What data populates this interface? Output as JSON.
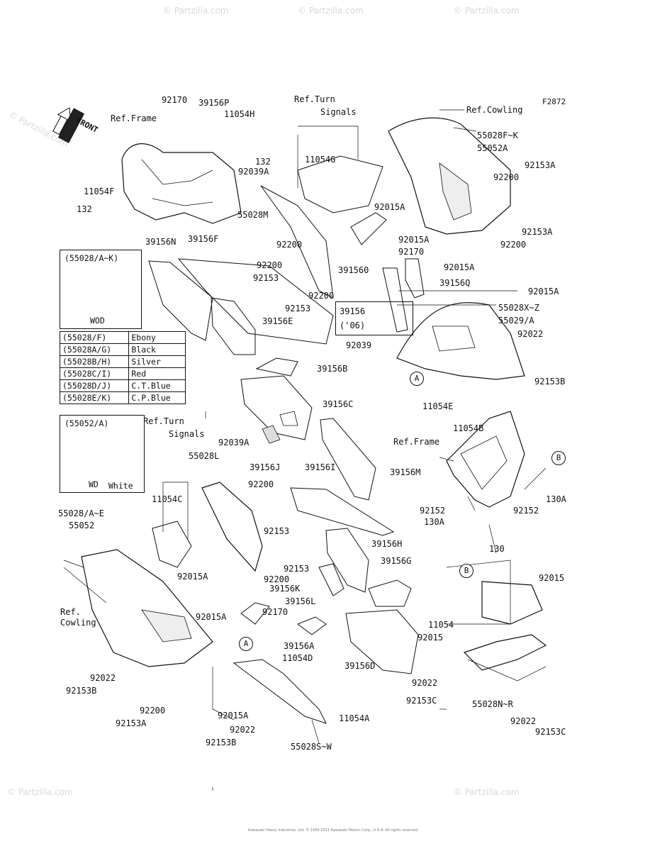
{
  "figure_code": "F2872",
  "watermark": "© Partzilla.com",
  "footer_copyright": "Kawasaki Heavy Industries, Ltd. © 1995-2011 Kawasaki Motors Corp., U.S.A. All rights reserved.",
  "front_arrow": "FRONT",
  "legend": [
    {
      "code": "(55028/F)",
      "color": "Ebony"
    },
    {
      "code": "(55028A/G)",
      "color": "Black"
    },
    {
      "code": "(55028B/H)",
      "color": "Silver"
    },
    {
      "code": "(55028C/I)",
      "color": "Red"
    },
    {
      "code": "(55028D/J)",
      "color": "C.T.Blue"
    },
    {
      "code": "(55028E/K)",
      "color": "C.P.Blue"
    }
  ],
  "insets": {
    "top": {
      "title": "(55028/A~K)",
      "caption": "WOD"
    },
    "bottom": {
      "title": "(55052/A)",
      "caption": "WD",
      "note": "White"
    }
  },
  "callouts": [
    "A",
    "A",
    "B",
    "B"
  ],
  "labels": {
    "ref_frame_top": "Ref.Frame",
    "ref_turn_top_1": "Ref.Turn",
    "ref_turn_top_2": "Signals",
    "ref_cowling_top": "Ref.Cowling",
    "ref_turn_mid_1": "Ref.Turn",
    "ref_turn_mid_2": "Signals",
    "ref_frame_mid": "Ref.Frame",
    "ref_cowling_bot_1": "Ref.",
    "ref_cowling_bot_2": "Cowling",
    "p92170a": "92170",
    "p39156p": "39156P",
    "p11054h": "11054H",
    "p132a": "132",
    "p92039a_a": "92039A",
    "p11054g": "11054G",
    "p55028fk": "55028F~K",
    "p55052a": "55052A",
    "p92153a_a": "92153A",
    "p92200a": "92200",
    "p11054f": "11054F",
    "p132b": "132",
    "p55028m": "55028M",
    "p92015a_a": "92015A",
    "p92015a_b": "92015A",
    "p92153a_b": "92153A",
    "p92200b": "92200",
    "p39156n": "39156N",
    "p39156f": "39156F",
    "p92200c": "92200",
    "p92170b": "92170",
    "p391560": "391560",
    "p92015a_c": "92015A",
    "p92153a": "92153",
    "p39156q": "39156Q",
    "p92200d": "92200",
    "p92015a_d": "92015A",
    "p92153b": "92153",
    "p39156_06a": "39156",
    "p39156_06b": "('06)",
    "p39156e": "39156E",
    "p55028xz": "55028X~Z",
    "p55029a": "55029/A",
    "p92022a": "92022",
    "p92039b": "92039",
    "p39156b": "39156B",
    "p92153b_a": "92153B",
    "p39156c": "39156C",
    "p11054e": "11054E",
    "p11054b": "11054B",
    "p92039a_b": "92039A",
    "p55028l": "55028L",
    "p39156j": "39156J",
    "p39156i": "39156I",
    "p39156m": "39156M",
    "p92200e": "92200",
    "p11054c": "11054C",
    "p55028ae": "55028/A~E",
    "p55052": "55052",
    "p92153c": "92153",
    "p92152a": "92152",
    "p130a_a": "130A",
    "p92152b": "92152",
    "p130a_b": "130A",
    "p39156h": "39156H",
    "p92153d": "92153",
    "p39156g": "39156G",
    "p92200f": "92200",
    "p130": "130",
    "p92015a_e": "92015A",
    "p39156k": "39156K",
    "p39156l": "39156L",
    "p92015": "92015",
    "p92015a_f": "92015A",
    "p92170c": "92170",
    "p11054": "11054",
    "p92015b": "92015",
    "p39156a": "39156A",
    "p11054d": "11054D",
    "p92022b": "92022",
    "p39156d": "39156D",
    "p92153b_b": "92153B",
    "p92200g": "92200",
    "p92022c": "92022",
    "p92153a_c": "92153A",
    "p92015a_g": "92015A",
    "p11054a": "11054A",
    "p92153c_a": "92153C",
    "p55028nr": "55028N~R",
    "p92022d": "92022",
    "p92153b_c": "92153B",
    "p55028sw": "55028S~W",
    "p92022e": "92022",
    "p92153c_b": "92153C"
  }
}
